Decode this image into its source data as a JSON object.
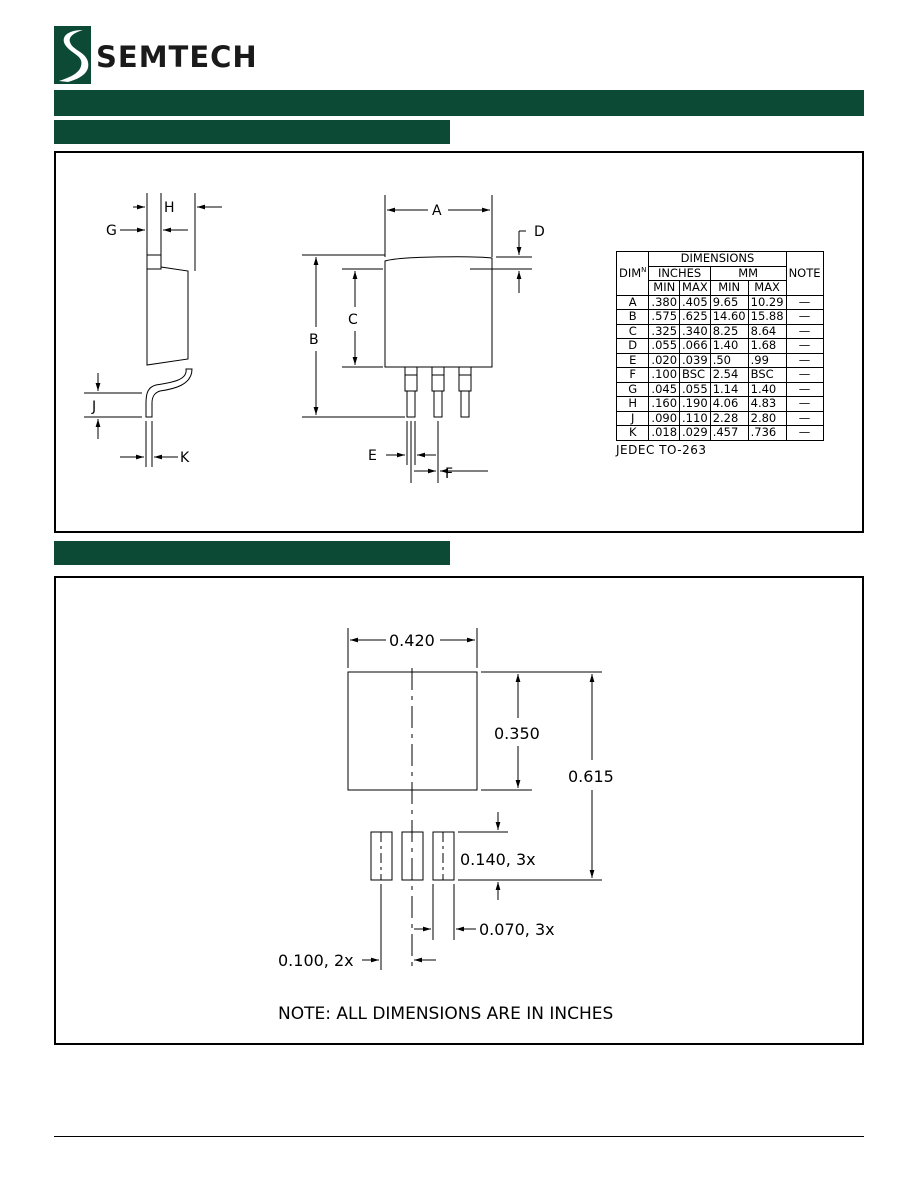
{
  "brand": {
    "name": "SEMTECH",
    "color": "#0d4a36"
  },
  "outline": {
    "side_labels": {
      "g": "G",
      "h": "H",
      "j": "J",
      "k": "K"
    },
    "front_labels": {
      "a": "A",
      "b": "B",
      "c": "C",
      "d": "D",
      "e": "E",
      "f": "F"
    },
    "table": {
      "title": "DIMENSIONS",
      "dim_header": "DIM",
      "dim_header_sup": "N",
      "inches_header": "INCHES",
      "mm_header": "MM",
      "note_header": "NOTE",
      "sub_headers": [
        "MIN",
        "MAX",
        "MIN",
        "MAX"
      ],
      "rows": [
        {
          "dim": "A",
          "in_min": ".380",
          "in_max": ".405",
          "mm_min": "9.65",
          "mm_max": "10.29",
          "note": "—"
        },
        {
          "dim": "B",
          "in_min": ".575",
          "in_max": ".625",
          "mm_min": "14.60",
          "mm_max": "15.88",
          "note": "—"
        },
        {
          "dim": "C",
          "in_min": ".325",
          "in_max": ".340",
          "mm_min": "8.25",
          "mm_max": "8.64",
          "note": "—"
        },
        {
          "dim": "D",
          "in_min": ".055",
          "in_max": ".066",
          "mm_min": "1.40",
          "mm_max": "1.68",
          "note": "—"
        },
        {
          "dim": "E",
          "in_min": ".020",
          "in_max": ".039",
          "mm_min": ".50",
          "mm_max": ".99",
          "note": "—"
        },
        {
          "dim": "F",
          "in_min": ".100",
          "in_max": "BSC",
          "mm_min": "2.54",
          "mm_max": "BSC",
          "note": "—"
        },
        {
          "dim": "G",
          "in_min": ".045",
          "in_max": ".055",
          "mm_min": "1.14",
          "mm_max": "1.40",
          "note": "—"
        },
        {
          "dim": "H",
          "in_min": ".160",
          "in_max": ".190",
          "mm_min": "4.06",
          "mm_max": "4.83",
          "note": "—"
        },
        {
          "dim": "J",
          "in_min": ".090",
          "in_max": ".110",
          "mm_min": "2.28",
          "mm_max": "2.80",
          "note": "—"
        },
        {
          "dim": "K",
          "in_min": ".018",
          "in_max": ".029",
          "mm_min": ".457",
          "mm_max": ".736",
          "note": "—"
        }
      ],
      "package": "JEDEC  TO-263"
    }
  },
  "land_pattern": {
    "width_label": "0.420",
    "pad_height_label": "0.350",
    "total_height_label": "0.615",
    "lead_length_label": "0.140,  3x",
    "lead_width_label": "0.070,  3x",
    "pitch_label": "0.100,  2x",
    "note": "NOTE:  ALL  DIMENSIONS  ARE  IN  INCHES"
  }
}
